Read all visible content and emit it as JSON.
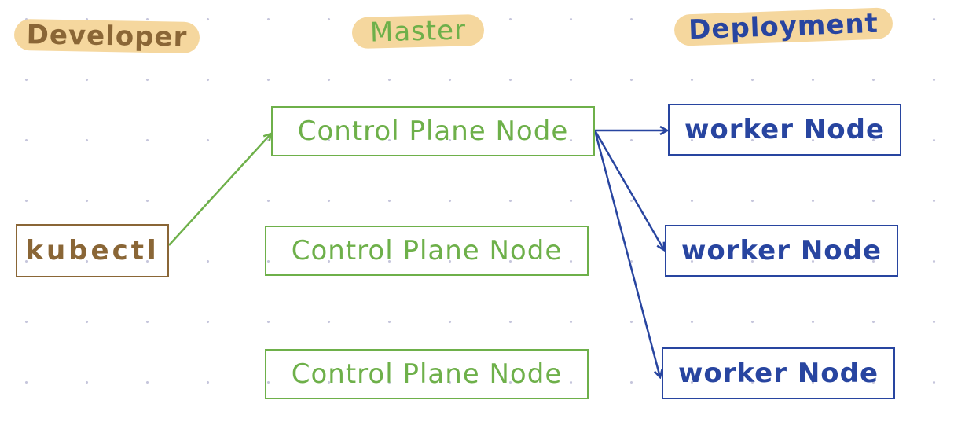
{
  "columns": {
    "developer": "Developer",
    "master": "Master",
    "deployment": "Deployment"
  },
  "nodes": {
    "kubectl": "kubectl",
    "control_plane": [
      "Control Plane Node",
      "Control Plane Node",
      "Control Plane Node"
    ],
    "workers": [
      "worker Node",
      "worker Node",
      "worker Node"
    ]
  },
  "colors": {
    "developer": "#8a6636",
    "master": "#6eb04a",
    "deployment": "#2845a0",
    "highlight": "#f5d79e"
  }
}
